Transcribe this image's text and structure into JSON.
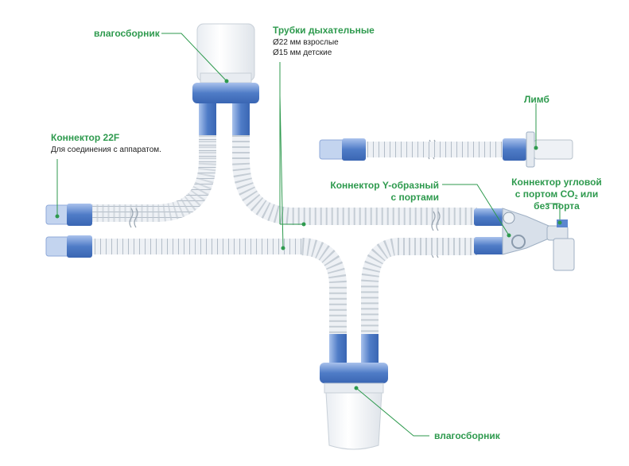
{
  "labels": {
    "trap_top": "влагосборник",
    "trap_bottom": "влагосборник",
    "tubes_title": "Трубки дыхательные",
    "tubes_line1": "Ø22 мм взрослые",
    "tubes_line2": "Ø15 мм детские",
    "connector22f_title": "Коннектор 22F",
    "connector22f_desc": "Для соединения с аппаратом.",
    "limb": "Лимб",
    "yconnector_line1": "Коннектор Y-образный",
    "yconnector_line2": "с портами",
    "angled_line1": "Коннектор угловой",
    "angled_line2_a": "с портом CO",
    "angled_line2_sub": "2",
    "angled_line2_b": " или",
    "angled_line3": "без порта"
  },
  "colors": {
    "label_green": "#2e9a4e",
    "connector_blue": "#5b86cf",
    "connector_blue_light": "#9db8e6",
    "tube_clear": "#e6ebf0",
    "tube_ridge": "#b8c2cc"
  }
}
